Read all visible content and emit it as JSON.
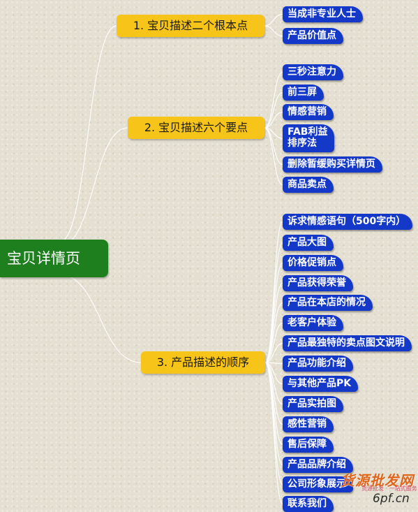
{
  "root": {
    "label": "宝贝详情页"
  },
  "branches": [
    {
      "label": "1. 宝贝描述二个根本点",
      "items": [
        "当成非专业人士",
        "产品价值点"
      ]
    },
    {
      "label": "2. 宝贝描述六个要点",
      "items": [
        "三秒注意力",
        "前三屏",
        "情感营销",
        "FAB利益\n排序法",
        "删除暂缓购买详情页",
        "商品卖点"
      ]
    },
    {
      "label": "3. 产品描述的顺序",
      "items": [
        "诉求情感语句（500字内）",
        "产品大图",
        "价格促销点",
        "产品获得荣誉",
        "产品在本店的情况",
        "老客户体验",
        "产品最独特的卖点图文说明",
        "产品功能介绍",
        "与其他产品PK",
        "产品实拍图",
        "感性营销",
        "售后保障",
        "产品品牌介绍",
        "公司形象展示",
        "联系我们"
      ]
    }
  ],
  "watermark": {
    "main": "货源批发网",
    "sub": "货源批发 · 一站式服务",
    "url": "6pf.cn"
  },
  "colors": {
    "root": "#1d7f1d",
    "branch": "#f7c419",
    "leaf": "#1438c8",
    "line": "#ffffff"
  }
}
